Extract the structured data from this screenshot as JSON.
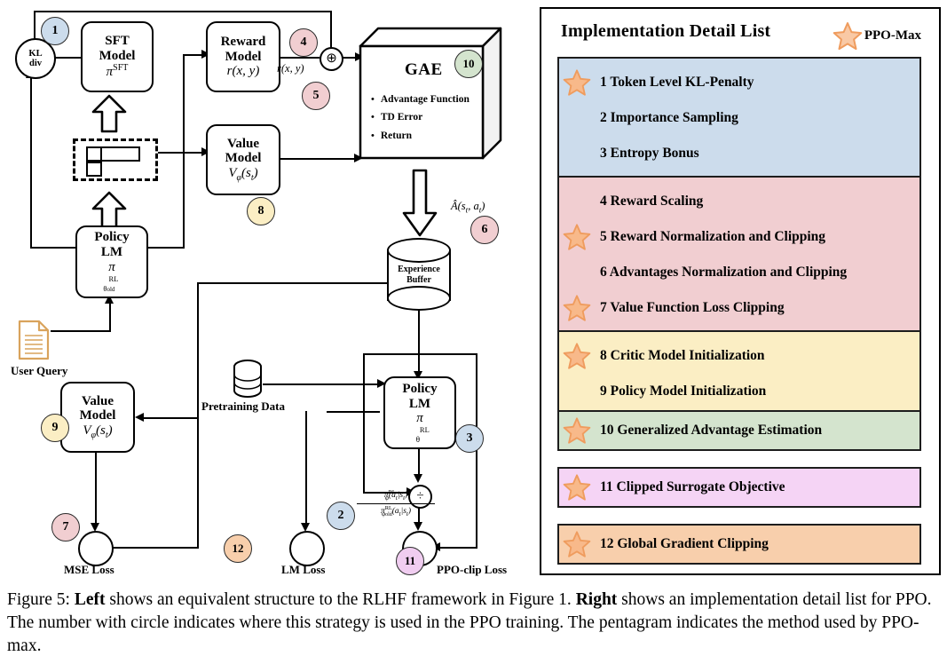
{
  "figure": {
    "caption_parts": [
      {
        "t": "Figure 5: ",
        "b": false
      },
      {
        "t": "Left",
        "b": true
      },
      {
        "t": " shows an equivalent structure to the RLHF framework in Figure 1. ",
        "b": false
      },
      {
        "t": "Right",
        "b": true
      },
      {
        "t": " shows an implementation detail list for PPO. The number with circle indicates where this strategy is used in the PPO training. The pentagram indicates the method used by PPO-max.",
        "b": false
      }
    ]
  },
  "diagram": {
    "nodes": {
      "kl_div": {
        "line1": "KL",
        "line2": "div"
      },
      "sft_model": {
        "line1": "SFT",
        "line2": "Model",
        "math": "πˢᶠᵀ"
      },
      "reward_model": {
        "line1": "Reward",
        "line2": "Model",
        "math": "r(x, y)"
      },
      "value_model_top": {
        "line1": "Value",
        "line2": "Model",
        "math": "Vφ(sₜ)"
      },
      "policy_lm_old": {
        "line1": "Policy",
        "line2": "LM",
        "math": "πᴿᴸθₒₗᵈ"
      },
      "policy_lm": {
        "line1": "Policy",
        "line2": "LM",
        "math": "πᴿᴸθ"
      },
      "value_model_bottom": {
        "line1": "Value",
        "line2": "Model",
        "math": "Vφ(sₜ)"
      },
      "gae": {
        "title": "GAE",
        "bullets": [
          "Advantage Function",
          "TD Error",
          "Return"
        ]
      },
      "experience_buffer": {
        "line1": "Experience",
        "line2": "Buffer"
      }
    },
    "labels": {
      "user_query": "User Query",
      "pretraining_data": "Pretraining Data",
      "mse_loss": "MSE Loss",
      "lm_loss": "LM Loss",
      "ppo_clip_loss": "PPO-clip Loss",
      "reward_edge": "r(x, y)",
      "advantage_edge": "Â(sₜ, aₜ)",
      "ratio_num": "πᴿᴸφ(aₜ|sₜ)",
      "ratio_den": "πᴿᴸφₒₗᵈ(aₜ|sₜ)"
    },
    "ops": {
      "plus": "⊕",
      "divide": "÷"
    },
    "badges": [
      {
        "n": "1",
        "color": "#ccdcec"
      },
      {
        "n": "2",
        "color": "#ccdcec"
      },
      {
        "n": "3",
        "color": "#ccdcec"
      },
      {
        "n": "4",
        "color": "#f1ced1"
      },
      {
        "n": "5",
        "color": "#f1ced1"
      },
      {
        "n": "6",
        "color": "#f1ced1"
      },
      {
        "n": "7",
        "color": "#f1ced1"
      },
      {
        "n": "8",
        "color": "#fbeec4"
      },
      {
        "n": "9",
        "color": "#fbeec4"
      },
      {
        "n": "10",
        "color": "#d4e4ce"
      },
      {
        "n": "11",
        "color": "#f0cdf0"
      },
      {
        "n": "12",
        "color": "#f8cfac"
      }
    ]
  },
  "panel": {
    "title": "Implementation Detail List",
    "legend_label": "PPO-Max",
    "star_color": "#f8b98a",
    "groups": [
      {
        "color": "#ccdcec",
        "items": [
          {
            "star": true,
            "text": "1 Token Level KL-Penalty"
          },
          {
            "star": false,
            "text": "2 Importance Sampling"
          },
          {
            "star": false,
            "text": "3 Entropy Bonus"
          }
        ]
      },
      {
        "color": "#f1ced1",
        "items": [
          {
            "star": false,
            "text": "4 Reward Scaling"
          },
          {
            "star": true,
            "text": "5 Reward Normalization and Clipping"
          },
          {
            "star": false,
            "text": "6 Advantages Normalization and Clipping"
          },
          {
            "star": true,
            "text": "7 Value Function Loss Clipping"
          }
        ]
      },
      {
        "color": "#fbeec4",
        "items": [
          {
            "star": true,
            "text": "8 Critic Model Initialization"
          },
          {
            "star": false,
            "text": "9 Policy Model Initialization"
          }
        ]
      },
      {
        "color": "#d4e4ce",
        "items": [
          {
            "star": true,
            "text": "10 Generalized Advantage Estimation"
          }
        ]
      },
      {
        "color": "#f5d4f5",
        "items": [
          {
            "star": true,
            "text": "11 Clipped Surrogate Objective"
          }
        ]
      },
      {
        "color": "#f8cfac",
        "items": [
          {
            "star": true,
            "text": "12 Global Gradient Clipping"
          }
        ]
      }
    ]
  }
}
